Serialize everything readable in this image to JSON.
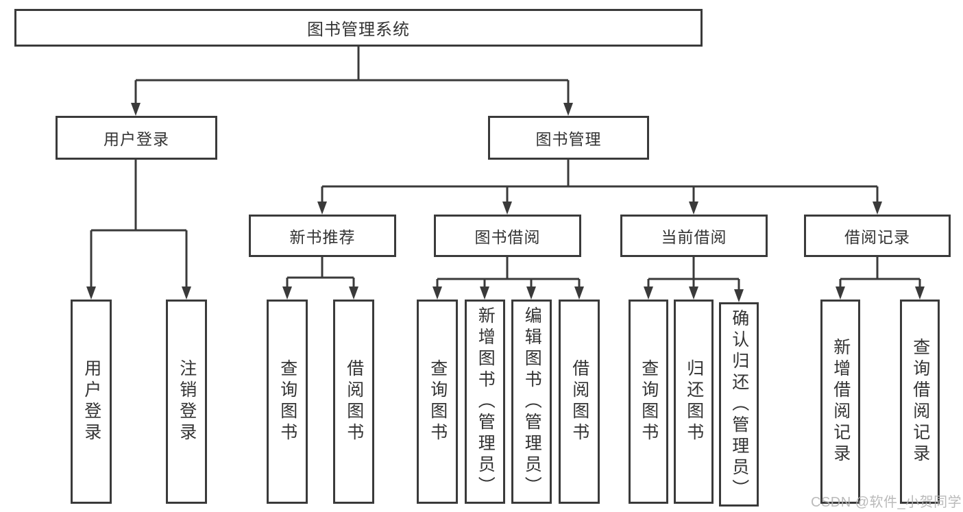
{
  "diagram": {
    "root": {
      "label": "图书管理系统"
    },
    "branches": [
      {
        "id": "user-login",
        "label": "用户登录",
        "children": [
          "用户登录",
          "注销登录"
        ]
      },
      {
        "id": "book-management",
        "label": "图书管理",
        "sections": [
          {
            "id": "new-book-recommend",
            "label": "新书推荐",
            "children": [
              "查询图书",
              "借阅图书"
            ]
          },
          {
            "id": "book-borrow",
            "label": "图书借阅",
            "children": [
              "查询图书",
              "新增图书（管理员）",
              "编辑图书（管理员）",
              "借阅图书"
            ]
          },
          {
            "id": "current-borrow",
            "label": "当前借阅",
            "children": [
              "查询图书",
              "归还图书",
              "确认归还（管理员）"
            ]
          },
          {
            "id": "borrow-record",
            "label": "借阅记录",
            "children": [
              "新增借阅记录",
              "查询借阅记录"
            ]
          }
        ]
      }
    ]
  },
  "watermark": {
    "text": "CSDN @软件_小贺同学"
  },
  "colors": {
    "line": "#3a3a3a",
    "box_border": "#3a3a3a",
    "text": "#333333",
    "watermark": "#b3b3b3",
    "background": "#ffffff"
  }
}
